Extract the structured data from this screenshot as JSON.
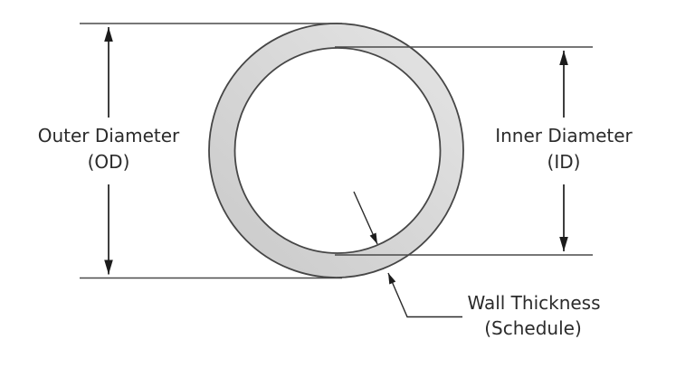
{
  "diagram": {
    "type": "pipe-cross-section",
    "labels": {
      "outer_diameter_line1": "Outer Diameter",
      "outer_diameter_line2": "(OD)",
      "inner_diameter_line1": "Inner Diameter",
      "inner_diameter_line2": "(ID)",
      "wall_thickness_line1": "Wall Thickness",
      "wall_thickness_line2": "(Schedule)"
    },
    "colors": {
      "background": "#ffffff",
      "ring_fill_light": "#e5e5e5",
      "ring_fill_dark": "#c9c9c9",
      "ring_stroke": "#464646",
      "extension_line": "#4a4a4a",
      "arrow": "#1c1c1c",
      "text": "#2b2b2b"
    }
  }
}
